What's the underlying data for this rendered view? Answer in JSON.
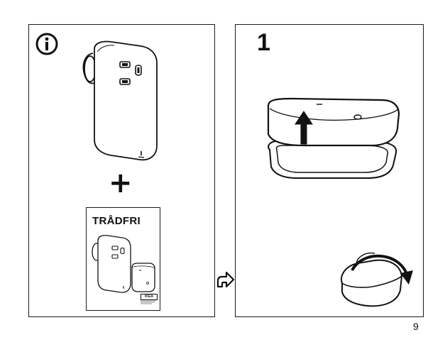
{
  "info_icon": "circle-i-info-icon",
  "step": {
    "number": "1"
  },
  "plus": "+",
  "manual": {
    "title": "TRÅDFRI",
    "brand": "IKEA"
  },
  "page": {
    "number": "9"
  },
  "icons": {
    "plug": "smart-plug-icon",
    "remote": "remote-control-icon",
    "next": "next-step-arrow-icon",
    "lift": "lift-up-arrow-icon",
    "rotate": "rotate-arrow-icon"
  },
  "colors": {
    "line": "#1a1a1a",
    "background": "#ffffff"
  }
}
